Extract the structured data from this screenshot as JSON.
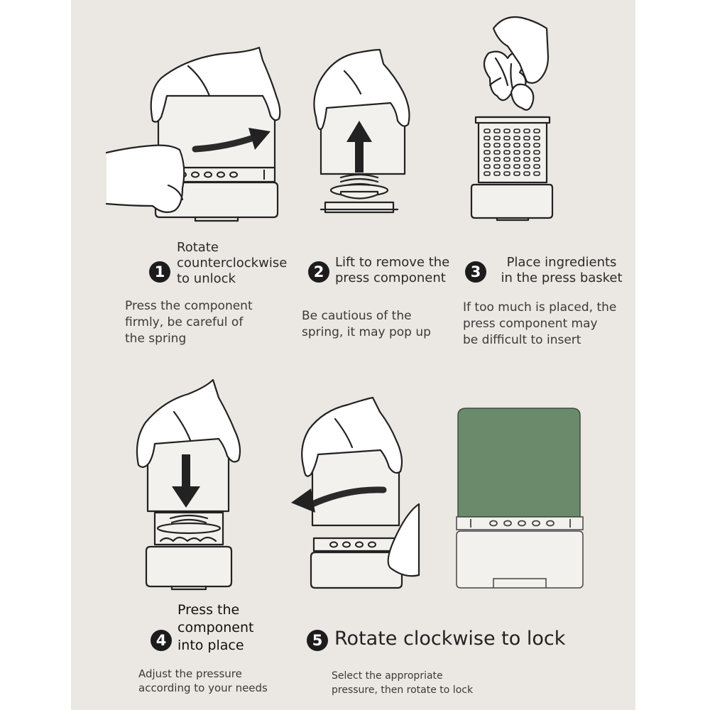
{
  "steps": [
    {
      "number": "1",
      "title": [
        "Rotate",
        "counterclockwise",
        "to unlock"
      ],
      "note": [
        "Press the component",
        "firmly, be careful of",
        "the spring"
      ]
    },
    {
      "number": "2",
      "title": [
        "Lift to remove the",
        "press component"
      ],
      "note": [
        "Be cautious of the",
        "spring, it may pop up"
      ]
    },
    {
      "number": "3",
      "title": [
        "Place ingredients",
        "in the press basket"
      ],
      "note": [
        "If too much is placed, the",
        "press component may",
        "be difficult to insert"
      ]
    },
    {
      "number": "4",
      "title": [
        "Press the",
        "component",
        "into place"
      ],
      "note": [
        "Adjust the pressure",
        "according to your needs"
      ]
    },
    {
      "number": "5",
      "title": [
        "Rotate clockwise to lock"
      ],
      "note": [
        "Select the appropriate",
        "pressure, then rotate to lock"
      ]
    }
  ],
  "colors": {
    "background": "#ebe7e2",
    "badge": "#1c1c1c",
    "accent_product": "#6b8a6b"
  },
  "icons": [
    "hand",
    "arrow",
    "spring",
    "press-basket",
    "leafy-greens"
  ]
}
